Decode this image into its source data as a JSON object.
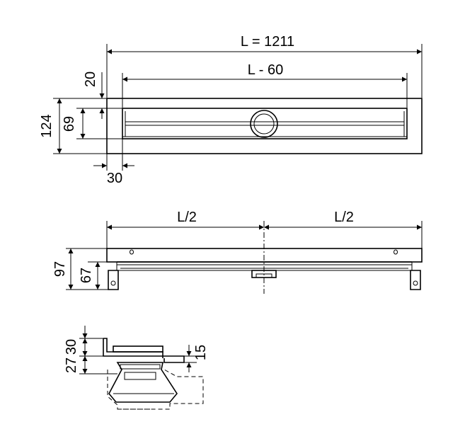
{
  "top_view": {
    "length_label": "L = 1211",
    "inner_length_label": "L - 60",
    "height_label": "124",
    "channel_label": "69",
    "offset_label": "20",
    "end_label": "30"
  },
  "side_view": {
    "left_half_label": "L/2",
    "right_half_label": "L/2",
    "total_height_label": "97",
    "channel_height_label": "67"
  },
  "section_view": {
    "upper_label": "30",
    "lower_label": "27",
    "flange_label": "15"
  }
}
